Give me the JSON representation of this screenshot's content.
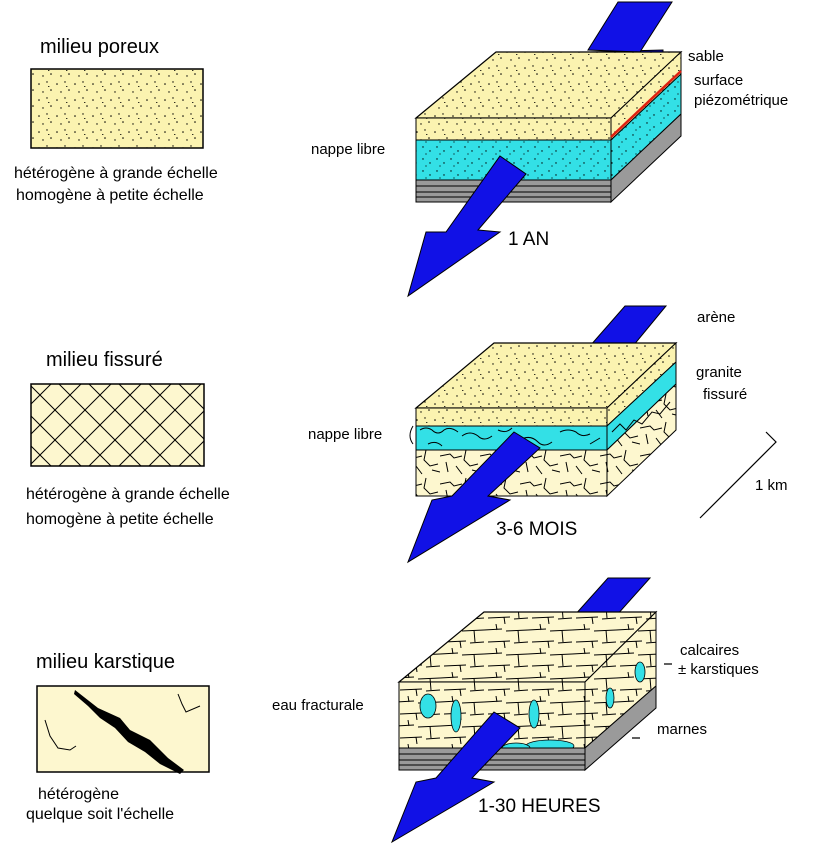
{
  "sections": [
    {
      "title": "milieu poreux",
      "description": [
        "hétérogène à grande échelle",
        "homogène à petite échelle"
      ],
      "labels": {
        "top": "sable",
        "water_surface": [
          "surface",
          "piézométrique"
        ],
        "aquifer": "nappe libre"
      },
      "transit_time": "1 AN"
    },
    {
      "title": "milieu fissuré",
      "description": [
        "hétérogène à grande échelle",
        "homogène à petite échelle"
      ],
      "labels": {
        "top": "arène",
        "rock": [
          "granite",
          "fissuré"
        ],
        "aquifer": "nappe libre"
      },
      "transit_time": "3-6 MOIS",
      "scale": "1 km"
    },
    {
      "title": "milieu karstique",
      "description": [
        "hétérogène",
        "quelque soit l'échelle"
      ],
      "labels": {
        "rock": [
          "calcaires",
          "± karstiques"
        ],
        "water": "eau fracturale",
        "base": "marnes"
      },
      "transit_time": "1-30 HEURES"
    }
  ],
  "colors": {
    "sand": "#fbf3b0",
    "water": "#33e0e6",
    "limestone": "#fdf7cf",
    "arrow": "#1111e6",
    "water_line": "#e02010",
    "base": "#9a9a9a"
  }
}
